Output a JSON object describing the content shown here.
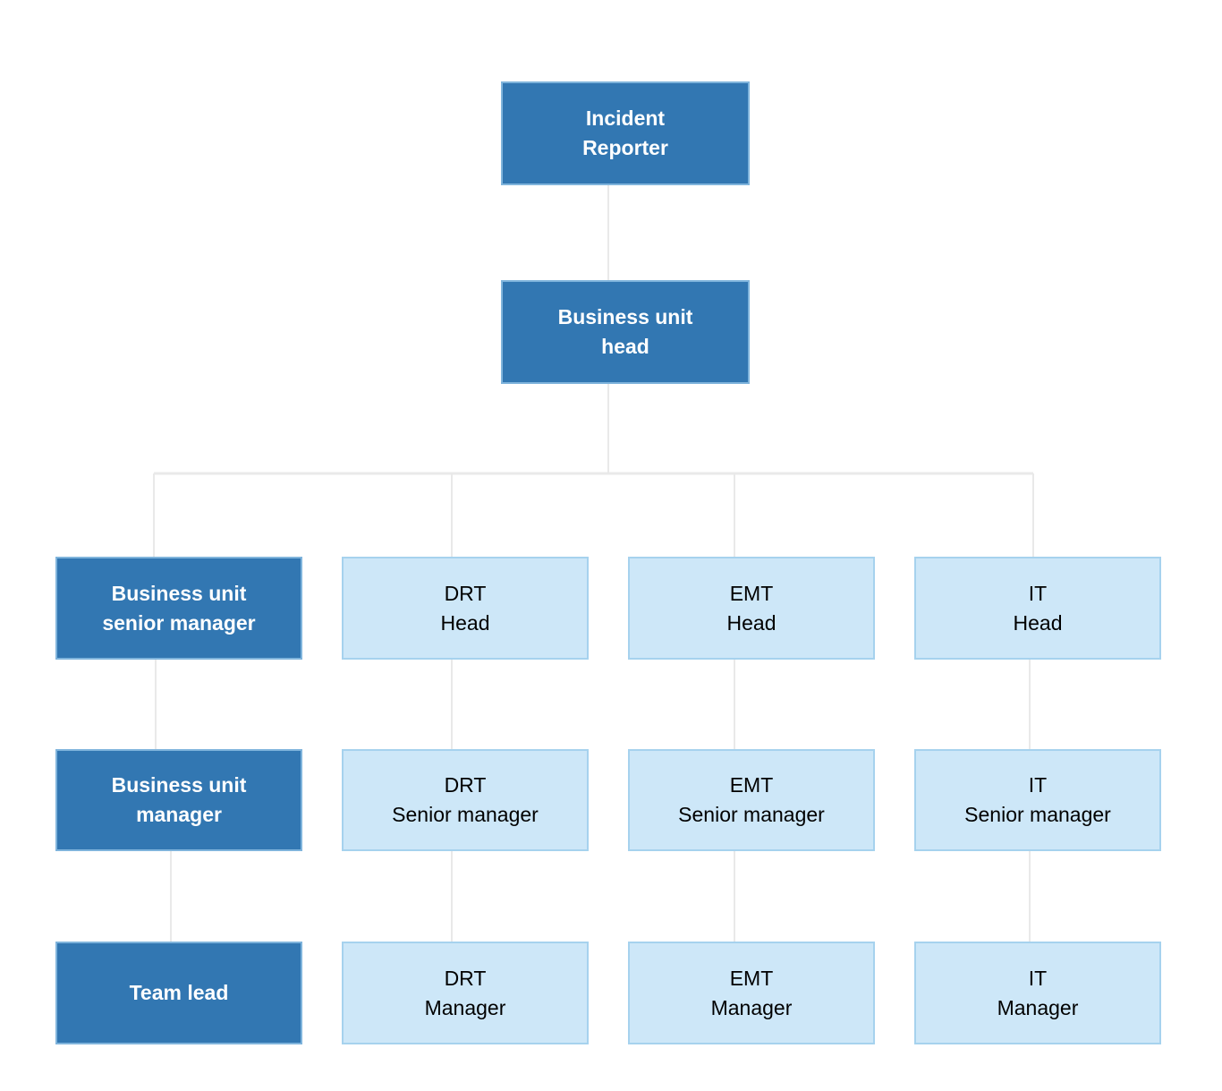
{
  "org": {
    "incident_reporter": {
      "label": "Incident\nReporter"
    },
    "business_unit_head": {
      "label": "Business unit\nhead"
    },
    "business_unit_senior_manager": {
      "label": "Business unit\nsenior manager"
    },
    "drt_head": {
      "label": "DRT\nHead"
    },
    "emt_head": {
      "label": "EMT\nHead"
    },
    "it_head": {
      "label": "IT\nHead"
    },
    "business_unit_manager": {
      "label": "Business unit\nmanager"
    },
    "drt_senior_manager": {
      "label": "DRT\nSenior manager"
    },
    "emt_senior_manager": {
      "label": "EMT\nSenior manager"
    },
    "it_senior_manager": {
      "label": "IT\nSenior manager"
    },
    "team_lead": {
      "label": "Team lead"
    },
    "drt_manager": {
      "label": "DRT\nManager"
    },
    "emt_manager": {
      "label": "EMT\nManager"
    },
    "it_manager": {
      "label": "IT\nManager"
    }
  },
  "colors": {
    "primary_fill": "#3277b2",
    "primary_border": "#7fb4dc",
    "primary_text": "#ffffff",
    "secondary_fill": "#cde7f8",
    "secondary_border": "#a6d2ee",
    "secondary_text": "#000000",
    "connector": "#e9e9e9",
    "background": "#ffffff"
  }
}
